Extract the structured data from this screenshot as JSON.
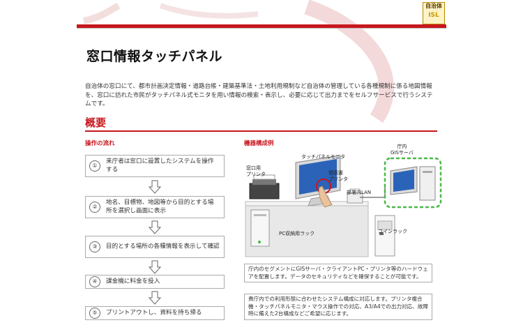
{
  "logo": {
    "line1": "自治体",
    "line2": "ISL"
  },
  "title": "窓口情報タッチパネル",
  "intro": "自治体の窓口にて、都市計画決定情報・道路台帳・建築基準法・土地利用規制など自治体の管理している各種規制に係る地図情報を、窓口に訪れた市民がタッチパネル式モニタを用い情報の検索・表示し、必要に応じて出力までをセルフサービスで行うシステムです。",
  "section": {
    "title": "概要"
  },
  "flow": {
    "heading": "操作の流れ",
    "steps": [
      {
        "num": "①",
        "text": "来庁者は窓口に設置したシステムを操作する"
      },
      {
        "num": "②",
        "text": "地名、目標物、地図等から目的とする場所を選択し画面に表示"
      },
      {
        "num": "③",
        "text": "目的とする場所の各種情報を表示して確認"
      },
      {
        "num": "④",
        "text": "課金機に料金を投入"
      },
      {
        "num": "⑤",
        "text": "プリントアウトし、資料を持ち帰る"
      }
    ]
  },
  "equipment": {
    "heading": "機器構成例",
    "labels": {
      "window_printer": "窓口用\nプリンタ",
      "touch_monitor": "タッチパネルモニタ",
      "receipt_printer": "領収書\nプリンタ",
      "lan": "部署内LAN",
      "gis_server": "庁内\nGISサーバ",
      "pc_rack": "PC収納用ラック",
      "coin_rack": "コインラック"
    },
    "info": [
      "庁内のセグメントにGISサーバ・クライアントPC・プリンタ等のハードウェアを配置します。データのセキュリティなどを確保することが可能です。",
      "貴庁内での利用形態に合わせたシステム構成に対応します。プリンタ複合機・タッチパネルモニタ・マウス操作での対応、A3/A4での出力対応、故障時に備えた2台構成などご希望に応じます。"
    ]
  },
  "colors": {
    "accent": "#c8161d",
    "server_highlight": "#4cb848"
  }
}
